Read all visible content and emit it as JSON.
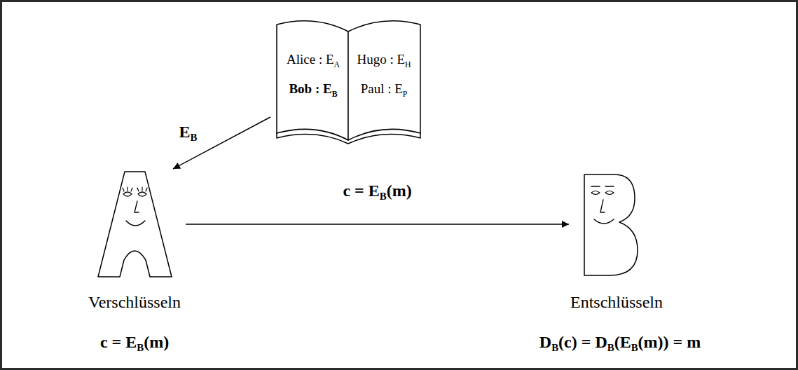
{
  "diagram": {
    "nodes": [
      {
        "text": [
          "Alice : EA",
          "Bob : EB",
          "Hugo : EH",
          "Paul : EP"
        ]
      },
      {
        "text": [
          "Verschlüsseln",
          "c = EB(m)"
        ]
      },
      {
        "text": [
          "Entschlüsseln",
          "DB(c) = DB(EB(m)) = m"
        ]
      }
    ],
    "edges": [
      {
        "from": 0,
        "to": 1,
        "label": "EB",
        "arrow": "to"
      },
      {
        "from": 1,
        "to": 2,
        "label": "c = EB(m)",
        "arrow": "to"
      }
    ]
  }
}
